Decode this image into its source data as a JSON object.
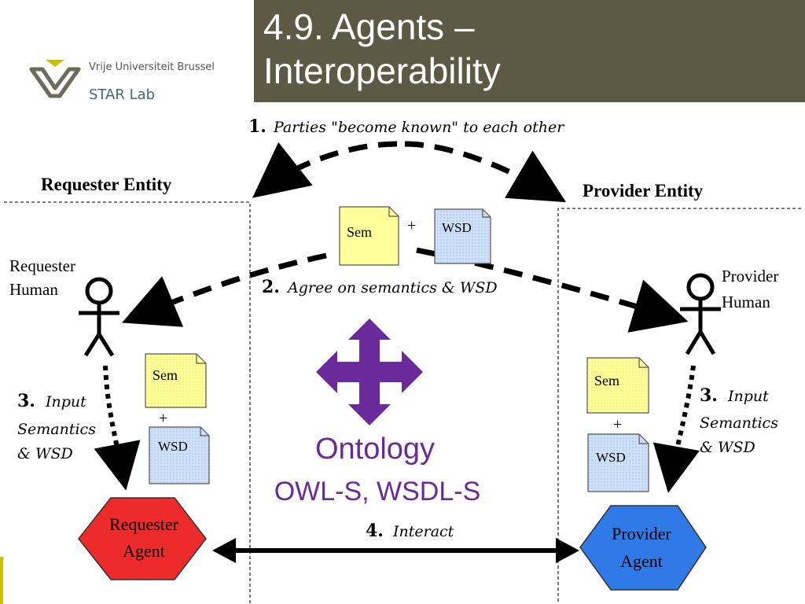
{
  "title": {
    "line1": "4.9. Agents –",
    "line2": "Interoperability"
  },
  "logo": {
    "university": "Vrije Universiteit Brussel",
    "lab": "STAR Lab"
  },
  "entities": {
    "requester": "Requester Entity",
    "provider": "Provider Entity"
  },
  "steps": {
    "step1": {
      "num": "1.",
      "text": "Parties \"become known\" to each other"
    },
    "step2": {
      "num": "2.",
      "text": "Agree on semantics & WSD"
    },
    "step3_left": {
      "num": "3.",
      "line1": "Input",
      "line2": "Semantics",
      "line3": "& WSD"
    },
    "step3_right": {
      "num": "3.",
      "line1": "Input",
      "line2": "Semantics",
      "line3": "& WSD"
    },
    "step4": {
      "num": "4.",
      "text": "Interact"
    }
  },
  "humans": {
    "requester": {
      "line1": "Requester",
      "line2": "Human"
    },
    "provider": {
      "line1": "Provider",
      "line2": "Human"
    }
  },
  "documents": {
    "sem": "Sem",
    "wsd": "WSD",
    "plus": "+"
  },
  "agents": {
    "requester": {
      "line1": "Requester",
      "line2": "Agent",
      "color": "#ee2b2b"
    },
    "provider": {
      "line1": "Provider",
      "line2": "Agent",
      "color": "#2f7ae6"
    }
  },
  "ontology": {
    "label": "Ontology",
    "sublabel": "OWL-S, WSDL-S",
    "color": "#6a2a9a"
  },
  "colors": {
    "title_bg": "#5c5a44",
    "sem_doc": "#ffff99",
    "wsd_doc": "#cfe0fa"
  }
}
